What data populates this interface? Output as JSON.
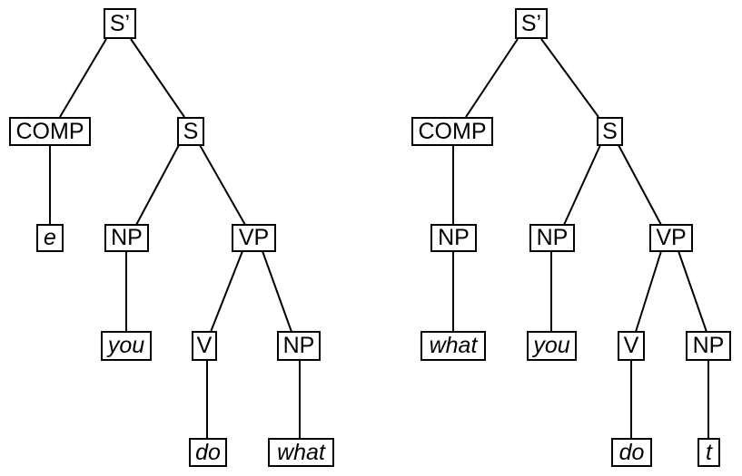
{
  "figure": {
    "colors": {
      "line": "#000000",
      "background": "#ffffff",
      "text": "#000000"
    },
    "left_tree": {
      "s_bar": "S’",
      "comp": "COMP",
      "s": "S",
      "e": "e",
      "np_subject": "NP",
      "vp": "VP",
      "you": "you",
      "v": "V",
      "np_object": "NP",
      "do": "do",
      "what": "what"
    },
    "right_tree": {
      "s_bar": "S’",
      "comp": "COMP",
      "s": "S",
      "np_comp": "NP",
      "what": "what",
      "np_subject": "NP",
      "you": "you",
      "vp": "VP",
      "v": "V",
      "np_object": "NP",
      "do": "do",
      "t": "t"
    }
  }
}
